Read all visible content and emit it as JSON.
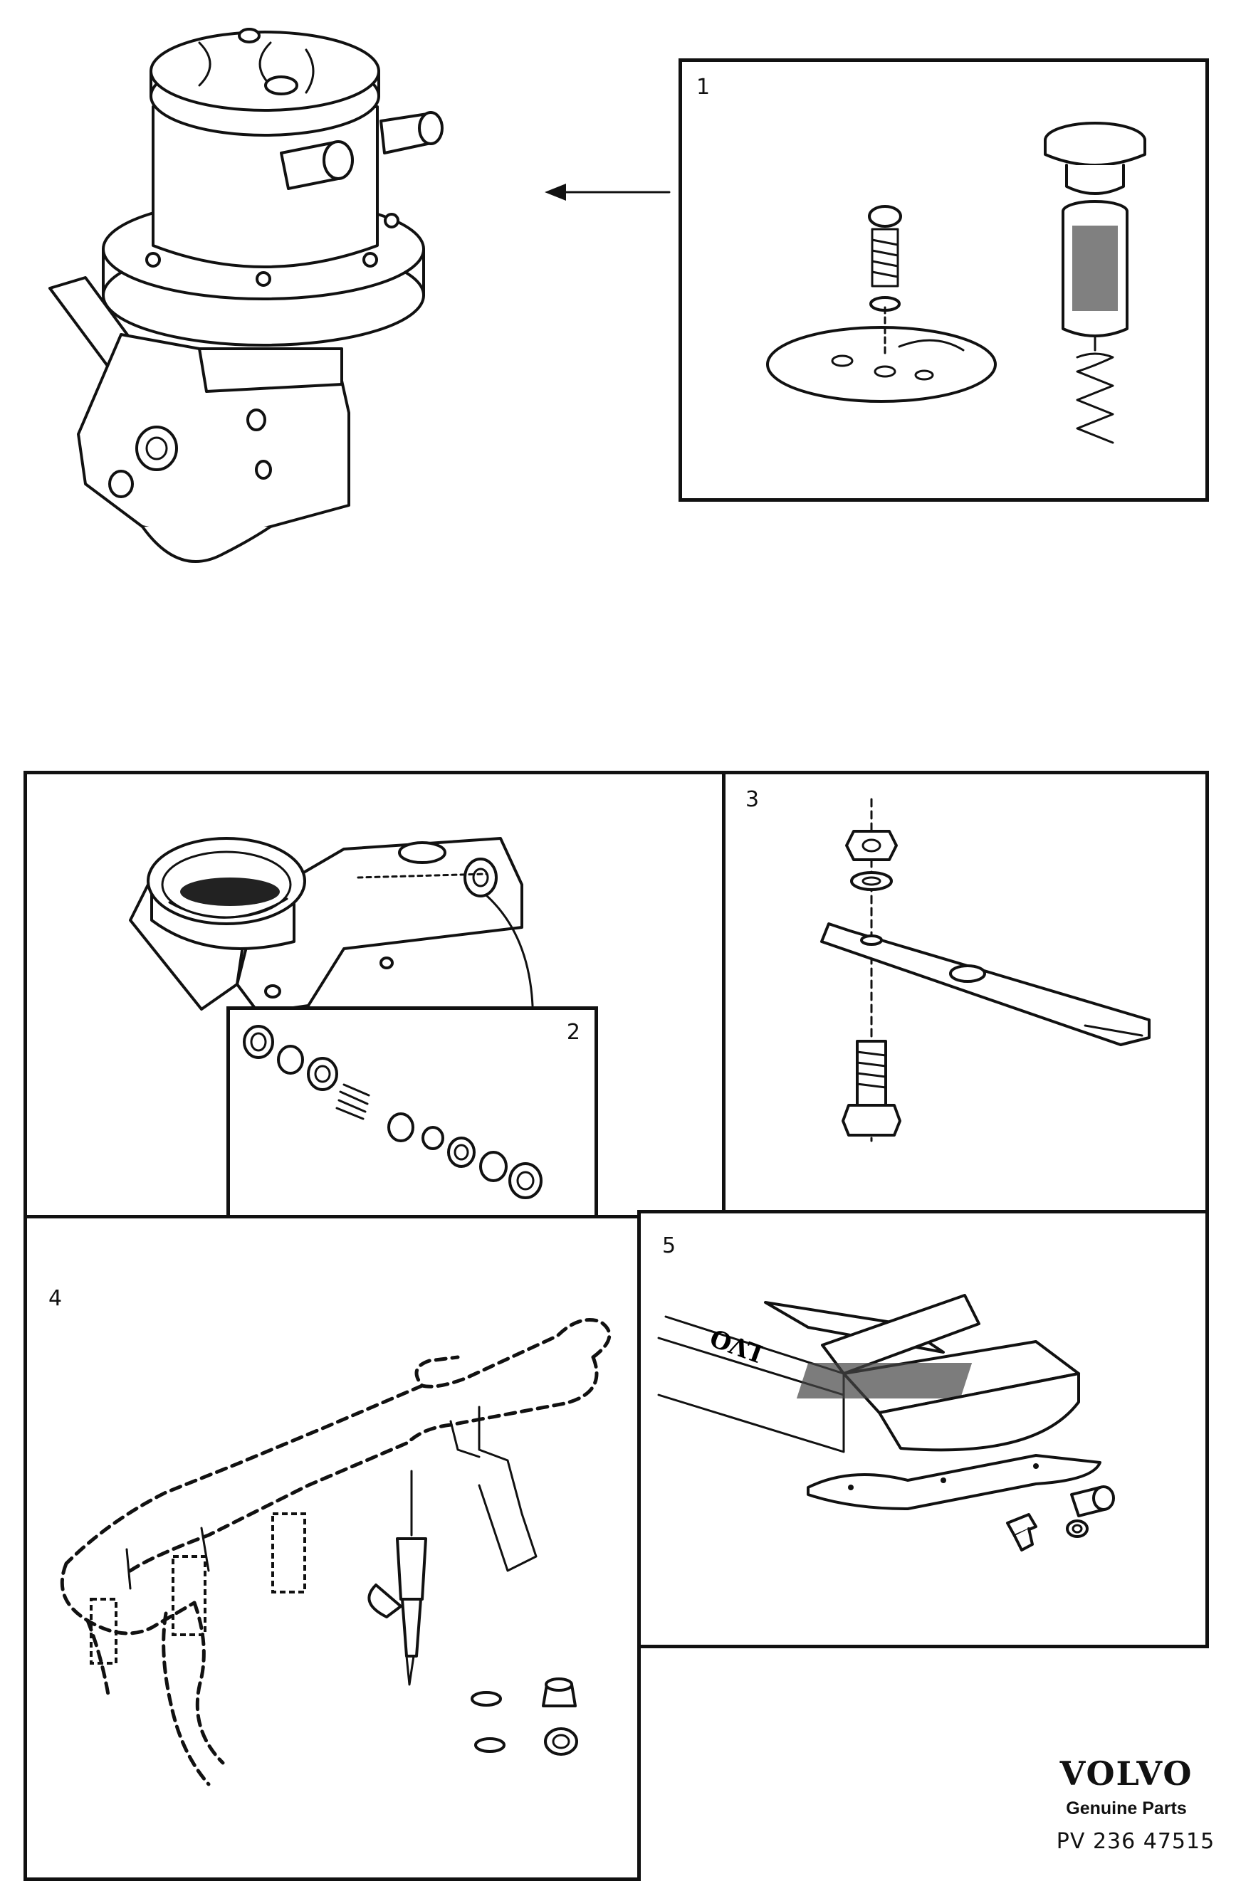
{
  "callouts": {
    "one": "1",
    "two": "2",
    "three": "3",
    "four": "4",
    "five": "5"
  },
  "brand": {
    "logo": "VOLVO",
    "tagline": "Genuine Parts"
  },
  "illustration_code": "PV 236 47515",
  "icons": [
    "fuel-pump-icon",
    "filter-kit-icon",
    "throttle-housing-icon",
    "valve-kit-icon",
    "bracket-kit-icon",
    "injector-rail-icon",
    "gasket-kit-icon"
  ]
}
